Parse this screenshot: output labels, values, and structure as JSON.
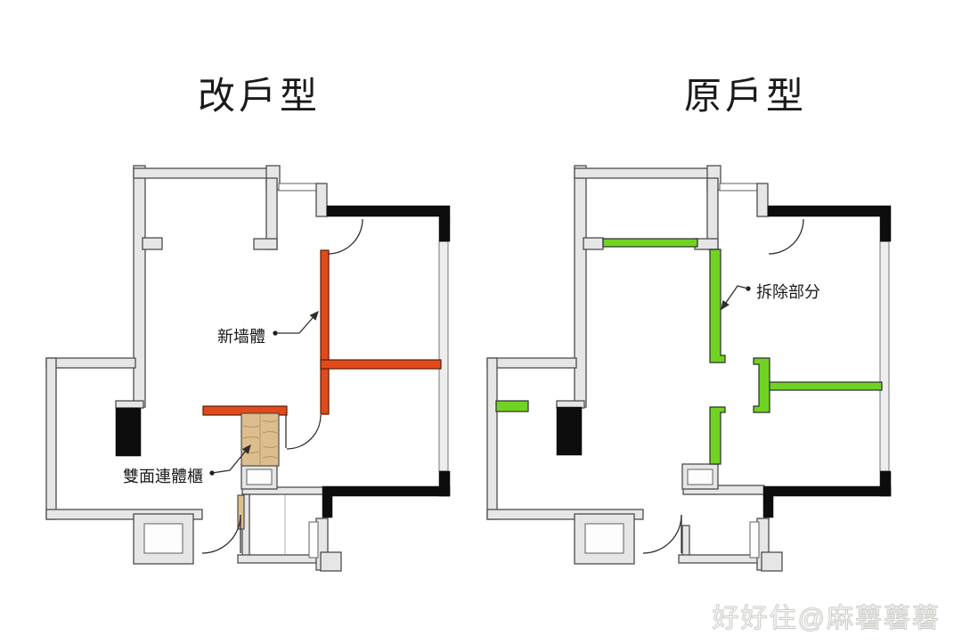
{
  "colors": {
    "background": "#ffffff",
    "text": "#1a1a1a",
    "wall_gray": "#e6e6e6",
    "wall_outline": "#4d4d4d",
    "wall_black": "#0d0d0d",
    "new_wall_orange": "#e2491b",
    "demolish_green": "#70d321",
    "cabinet_wood": "#dcbd8d",
    "watermark": "#fbfbfa"
  },
  "left_plan": {
    "title": "改戶型",
    "labels": {
      "new_wall": "新墙體",
      "double_cabinet": "雙面連體櫃"
    }
  },
  "right_plan": {
    "title": "原戶型",
    "labels": {
      "demolish": "拆除部分"
    }
  },
  "watermark": "好好住@麻薯薯薯"
}
